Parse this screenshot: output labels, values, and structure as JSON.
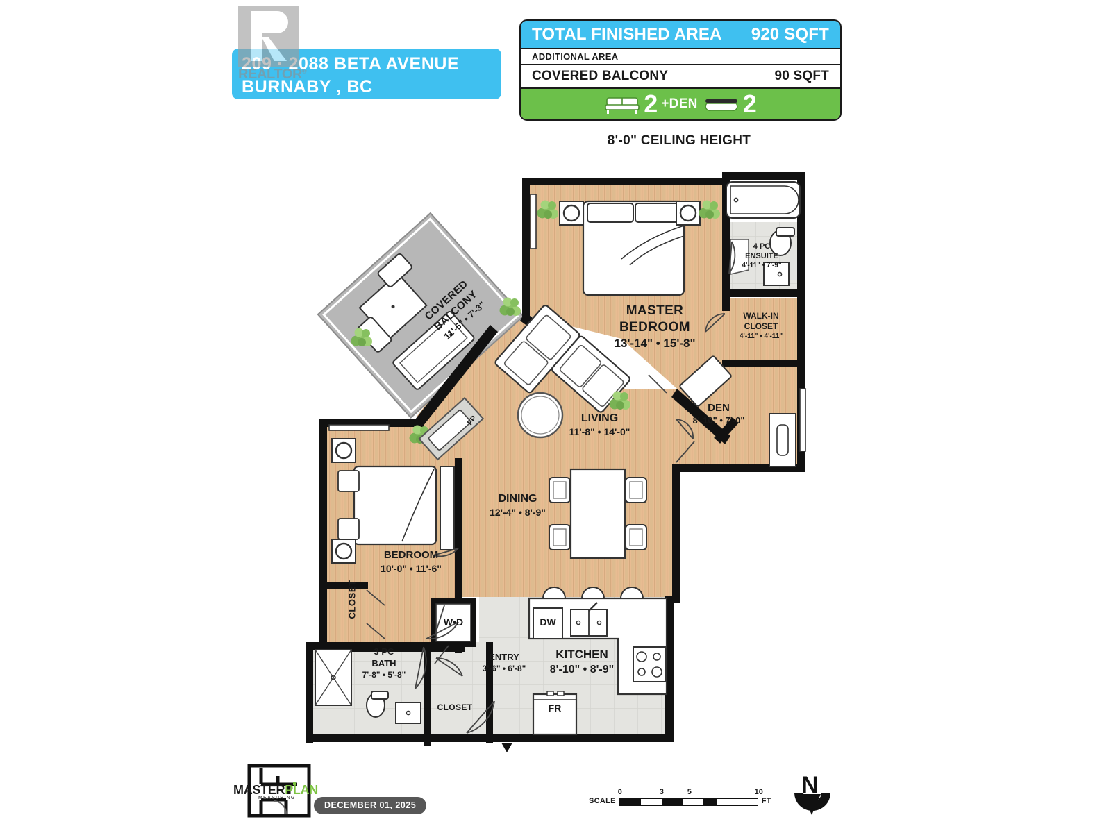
{
  "header": {
    "address_line1": "209 · 2088 BETA AVENUE",
    "address_line2": "BURNABY , BC",
    "watermark": "REALTOR",
    "watermark_sup": "®",
    "total_label": "TOTAL FINISHED AREA",
    "total_value": "920 SQFT",
    "additional_label": "ADDITIONAL AREA",
    "balcony_label": "COVERED BALCONY",
    "balcony_value": "90 SQFT",
    "bed_count": "2",
    "den_suffix": "+DEN",
    "bath_count": "2",
    "ceiling": "8'-0\" CEILING HEIGHT",
    "accent_blue": "#3FC0F0",
    "accent_green": "#6CC04A"
  },
  "rooms": {
    "master_bedroom": {
      "name": "MASTER\nBEDROOM",
      "line1": "MASTER",
      "line2": "BEDROOM",
      "dims": "13'-14\" • 15'-8\""
    },
    "ensuite": {
      "line1": "4 PC",
      "line2": "ENSUITE",
      "dims": "4'-11\" • 7'-9\""
    },
    "walk_in_closet": {
      "line1": "WALK-IN",
      "line2": "CLOSET",
      "dims": "4'-11\" • 4'-11\""
    },
    "den": {
      "line1": "DEN",
      "dims": "8'-10\" • 7'-0\""
    },
    "living": {
      "line1": "LIVING",
      "dims": "11'-8\" • 14'-0\""
    },
    "dining": {
      "line1": "DINING",
      "dims": "12'-4\" • 8'-9\""
    },
    "bedroom": {
      "line1": "BEDROOM",
      "dims": "10'-0\" • 11'-6\""
    },
    "closet_bedroom": {
      "line1": "CLOSET"
    },
    "bath": {
      "line1": "3 PC",
      "line2": "BATH",
      "dims": "7'-8\" • 5'-8\""
    },
    "entry": {
      "line1": "ENTRY",
      "dims": "3'-6\" • 6'-8\""
    },
    "kitchen": {
      "line1": "KITCHEN",
      "dims": "8'-10\" • 8'-9\""
    },
    "closet_entry": {
      "line1": "CLOSET"
    },
    "covered_balcony": {
      "line1": "COVERED",
      "line2": "BALCONY",
      "dims": "11'-6\" • 7'-3\""
    }
  },
  "appliances": {
    "washer_dryer": "W•D",
    "dishwasher": "DW",
    "fridge": "FR",
    "fireplace": "FP"
  },
  "footer": {
    "logo_part1": "MASTER",
    "logo_part2": "PLAN",
    "logo_sub": "MEASURING",
    "date": "DECEMBER 01, 2025",
    "scale_label": "SCALE",
    "scale_unit": "FT",
    "scale_ticks": [
      "0",
      "3",
      "5",
      "10"
    ],
    "compass_label": "N"
  },
  "colors": {
    "wood": "#e6b98d",
    "tile": "#e2e2de",
    "balcony": "#b9b9b9",
    "wall": "#111111",
    "plant": "#8cc265"
  }
}
